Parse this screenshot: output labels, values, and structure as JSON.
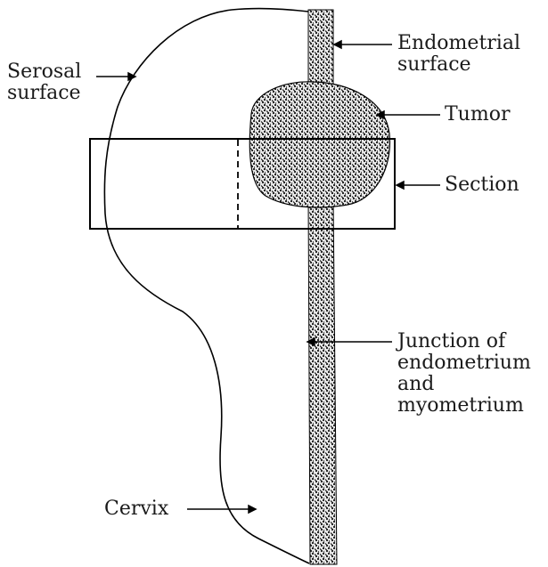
{
  "labels": {
    "serosal_surface": [
      "Serosal",
      "surface"
    ],
    "endometrial_surface": [
      "Endometrial",
      "surface"
    ],
    "tumor": "Tumor",
    "section": "Section",
    "junction": [
      "Junction of",
      "endometrium",
      "and",
      "myometrium"
    ],
    "cervix": "Cervix"
  }
}
